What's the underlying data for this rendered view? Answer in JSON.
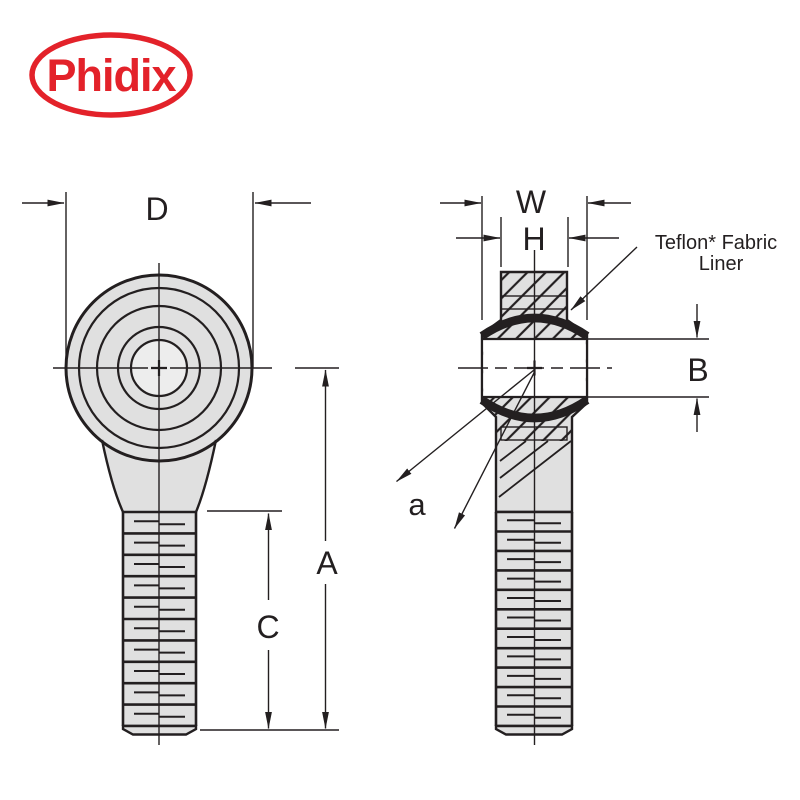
{
  "brand": {
    "name": "Phidix"
  },
  "colors": {
    "accent_red": "#E3222A",
    "line": "#231F20",
    "part_fill": "#E0E0E0",
    "bore_fill": "#EDEDED",
    "background": "#FFFFFF"
  },
  "views": {
    "front": {
      "dims": {
        "head_diameter": "D",
        "overall_length": "A",
        "thread_length": "C"
      }
    },
    "section": {
      "dims": {
        "ball_width": "W",
        "housing_width": "H",
        "bore_diameter": "B",
        "misalignment_angle": "a"
      },
      "annotations": {
        "liner_label_line1": "Teflon* Fabric",
        "liner_label_line2": "Liner"
      }
    }
  }
}
